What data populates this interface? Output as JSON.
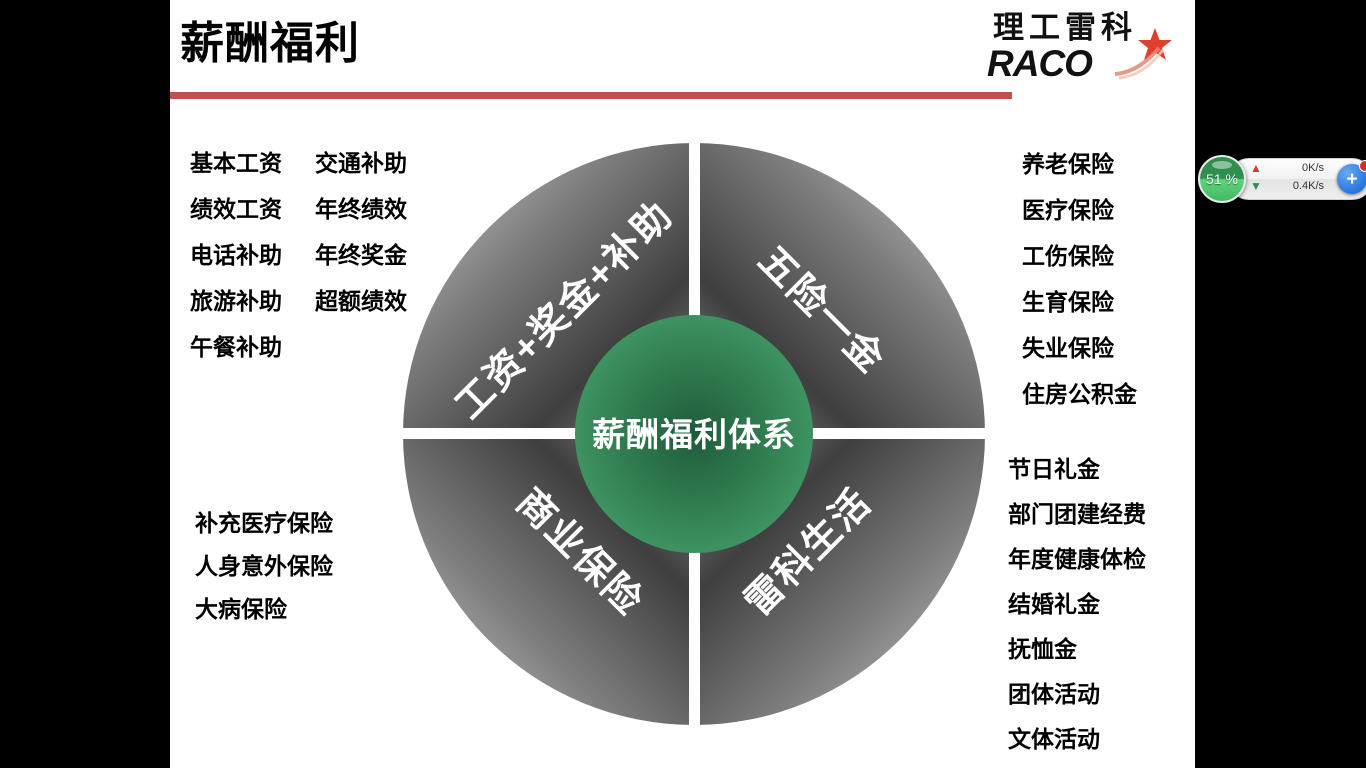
{
  "slide": {
    "title": "薪酬福利",
    "accent_color": "#c0504d",
    "background_color": "#ffffff"
  },
  "logo": {
    "chinese": "理工雷科",
    "english": "RACO",
    "star_icon": "star-icon",
    "star_color": "#e03f2e"
  },
  "left_column_a": {
    "items": [
      "基本工资",
      "绩效工资",
      "电话补助",
      "旅游补助",
      "午餐补助"
    ]
  },
  "left_column_b": {
    "items": [
      "交通补助",
      "年终绩效",
      "年终奖金",
      "超额绩效"
    ]
  },
  "left_column_c": {
    "items": [
      "补充医疗保险",
      "人身意外保险",
      "大病保险"
    ]
  },
  "right_column_a": {
    "items": [
      "养老保险",
      "医疗保险",
      "工伤保险",
      "生育保险",
      "失业保险",
      "住房公积金"
    ]
  },
  "right_column_b": {
    "items": [
      "节日礼金",
      "部门团建经费",
      "年度健康体检",
      "结婚礼金",
      "抚恤金",
      "团体活动",
      "文体活动"
    ]
  },
  "diagram": {
    "hub_label": "薪酬福利体系",
    "hub_color": "#3a8a5f",
    "ring_color_dark": "#4a4a4a",
    "ring_color_light": "#c9c9c9",
    "quadrants": [
      {
        "position": "top-left",
        "label": "工资+奖金+补助"
      },
      {
        "position": "top-right",
        "label": "五险一金"
      },
      {
        "position": "bottom-left",
        "label": "商业保险"
      },
      {
        "position": "bottom-right",
        "label": "雷科生活"
      }
    ]
  },
  "net_widget": {
    "cpu_percent": "51 %",
    "upload_speed": "0K/s",
    "download_speed": "0.4K/s",
    "upload_icon": "arrow-up-icon",
    "download_icon": "arrow-down-icon",
    "add_button_label": "+",
    "accent_blue": "#2f7de0",
    "badge_color": "#e02a20",
    "ball_color": "#43b964"
  }
}
